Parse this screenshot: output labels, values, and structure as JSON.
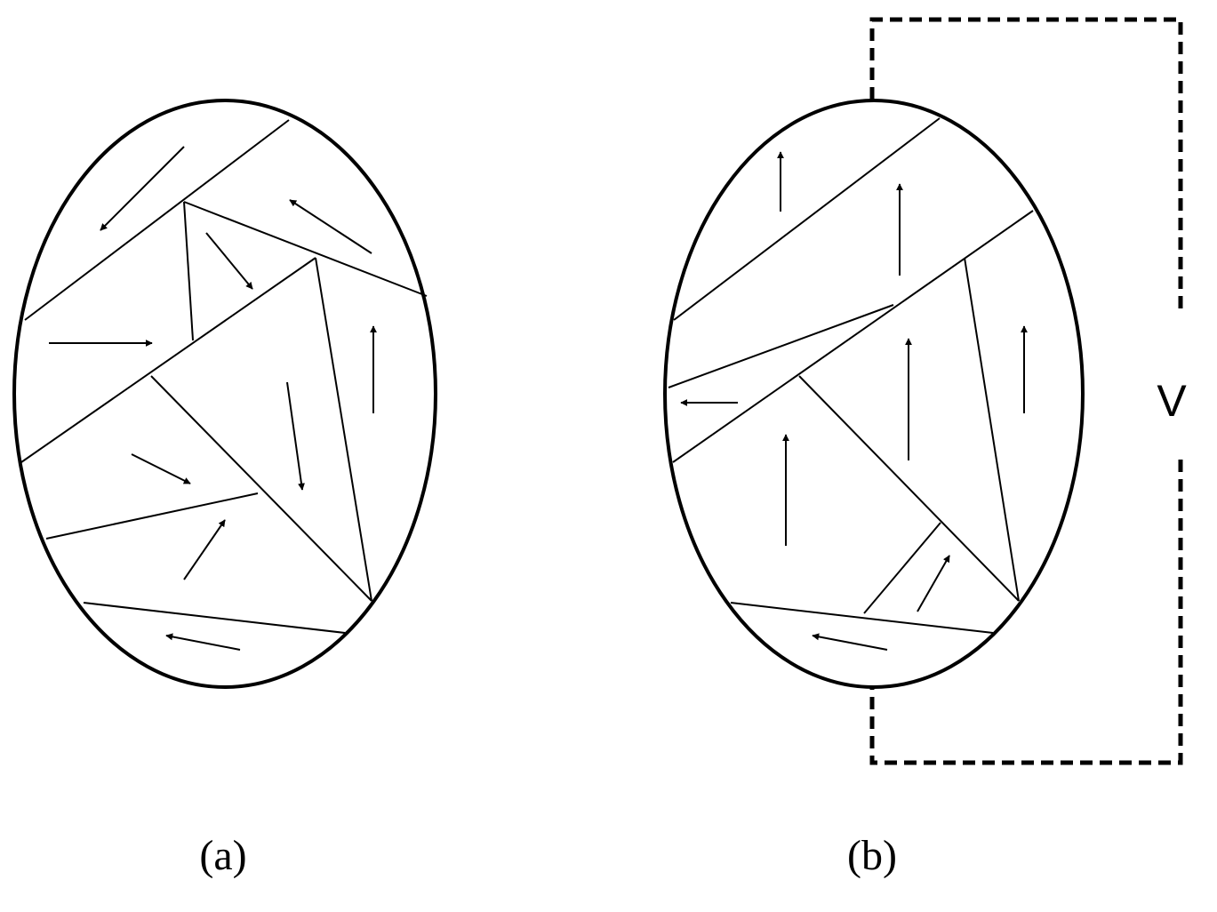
{
  "panels": [
    {
      "id": "a",
      "caption": "(a)",
      "state": "unpoled"
    },
    {
      "id": "b",
      "caption": "(b)",
      "state": "poled"
    }
  ],
  "voltage": {
    "label": "V"
  },
  "colors": {
    "ink": "#000000",
    "background": "#ffffff"
  }
}
